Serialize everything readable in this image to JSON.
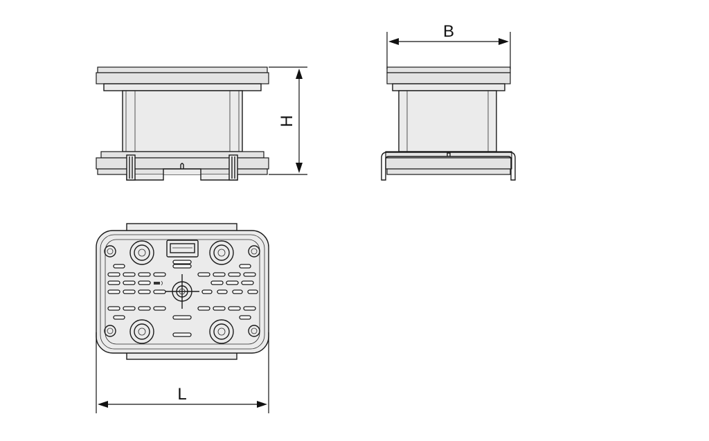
{
  "dimensions": {
    "height_label": "H",
    "width_label": "B",
    "length_label": "L"
  },
  "colors": {
    "line": "#1a1a1a",
    "fill": "#ebebeb",
    "background": "#ffffff"
  }
}
